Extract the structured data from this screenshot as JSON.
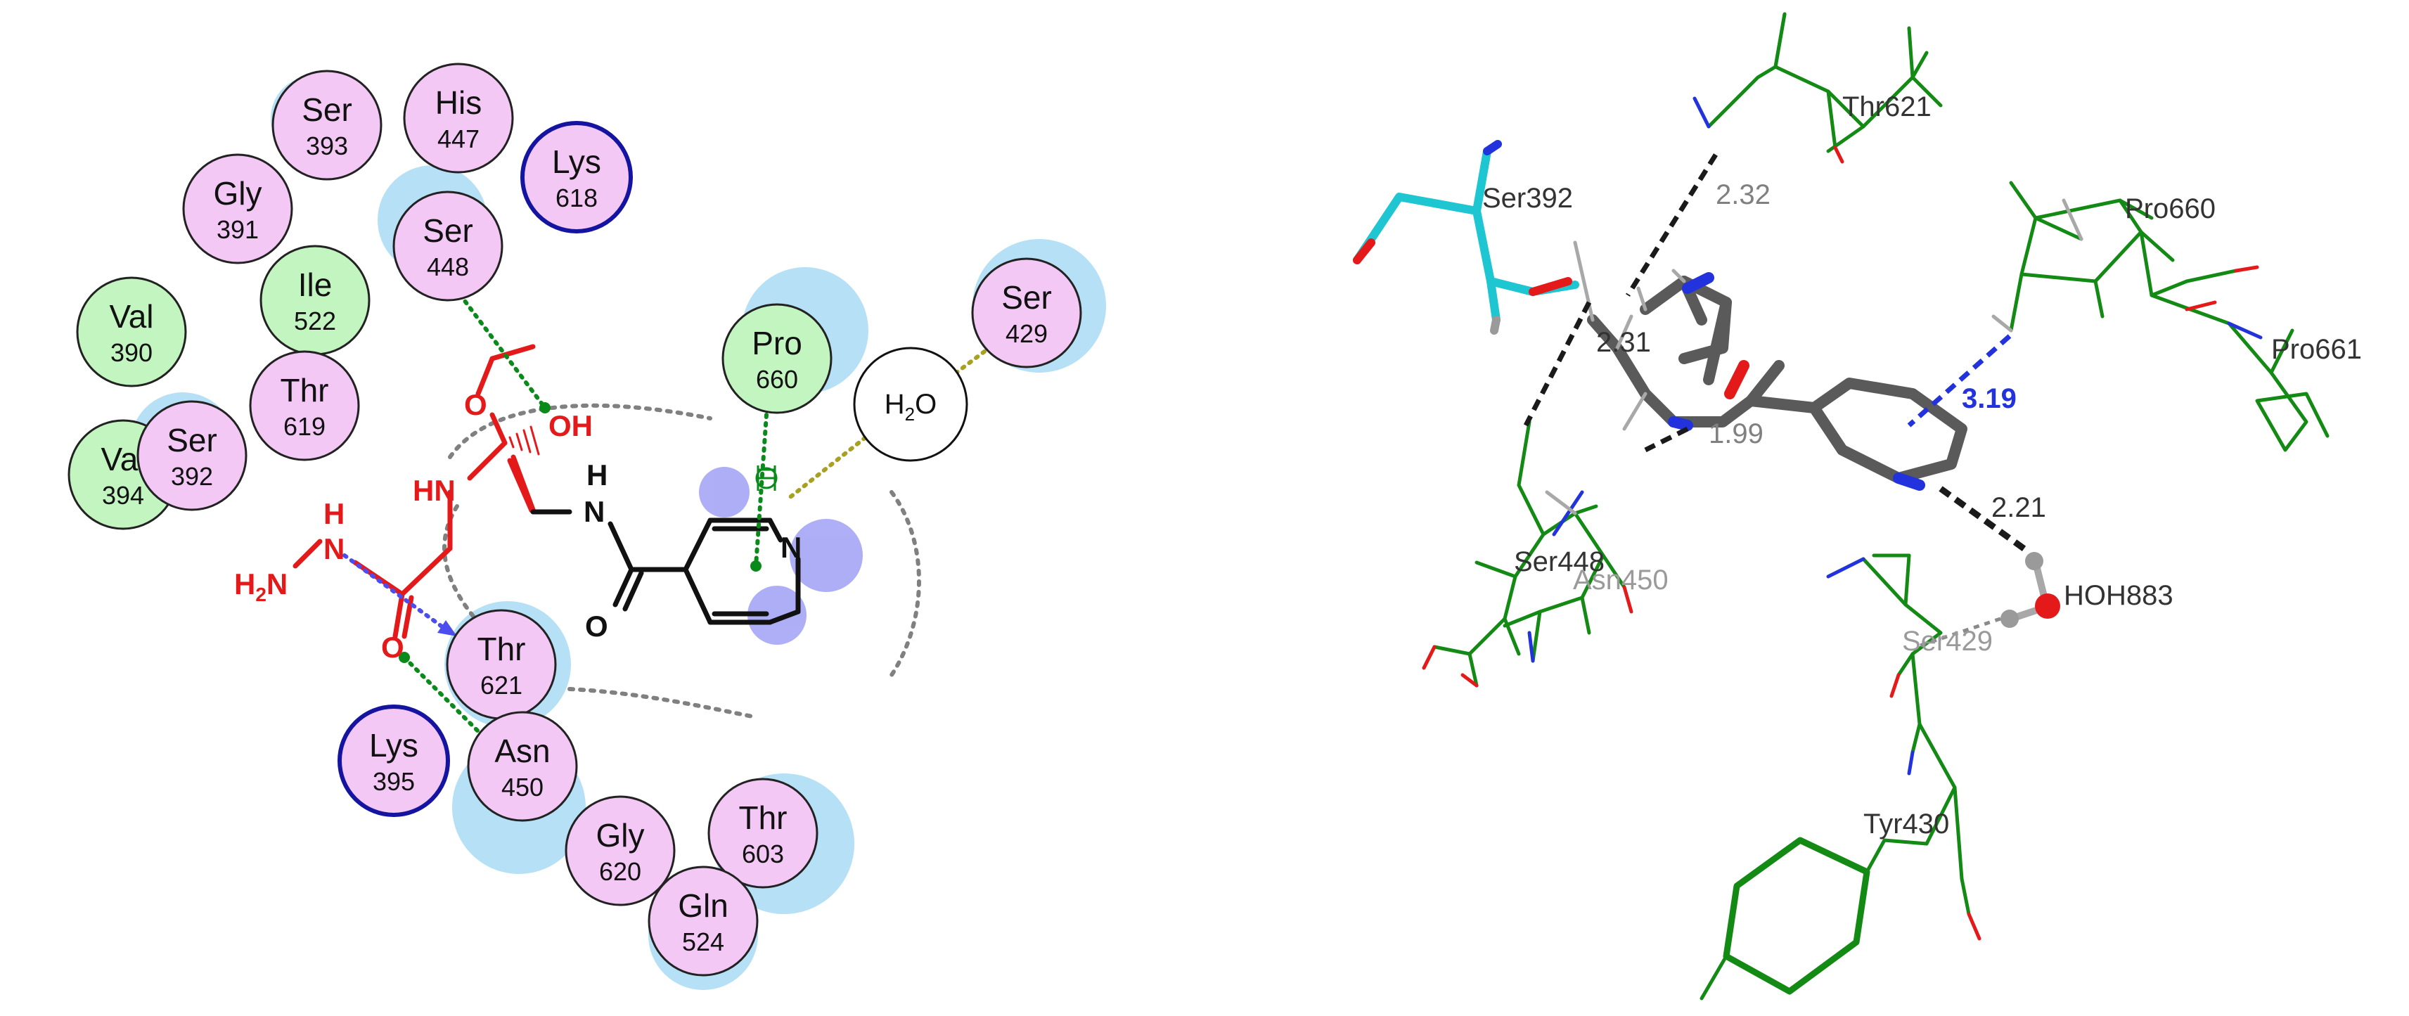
{
  "left_panel": {
    "residues": [
      {
        "name": "Ser",
        "num": "393",
        "type": "polar"
      },
      {
        "name": "His",
        "num": "447",
        "type": "polar"
      },
      {
        "name": "Lys",
        "num": "618",
        "type": "positive"
      },
      {
        "name": "Gly",
        "num": "391",
        "type": "polar"
      },
      {
        "name": "Ser",
        "num": "448",
        "type": "polar"
      },
      {
        "name": "Val",
        "num": "390",
        "type": "hydrophobic"
      },
      {
        "name": "Ile",
        "num": "522",
        "type": "hydrophobic"
      },
      {
        "name": "Thr",
        "num": "619",
        "type": "polar"
      },
      {
        "name": "Val",
        "num": "394",
        "type": "hydrophobic"
      },
      {
        "name": "Ser",
        "num": "392",
        "type": "polar"
      },
      {
        "name": "Pro",
        "num": "660",
        "type": "hydrophobic"
      },
      {
        "name": "Ser",
        "num": "429",
        "type": "polar"
      },
      {
        "name": "Thr",
        "num": "621",
        "type": "polar"
      },
      {
        "name": "Lys",
        "num": "395",
        "type": "positive"
      },
      {
        "name": "Asn",
        "num": "450",
        "type": "polar"
      },
      {
        "name": "Gly",
        "num": "620",
        "type": "polar"
      },
      {
        "name": "Thr",
        "num": "603",
        "type": "polar"
      },
      {
        "name": "Gln",
        "num": "524",
        "type": "polar"
      }
    ],
    "water": {
      "label": "H",
      "sub": "2",
      "label2": "O"
    },
    "ligand_atoms": {
      "oh": "OH",
      "o_ring": "O",
      "hn": "HN",
      "h_top": "H",
      "n_amide": "N",
      "n_ring": "N",
      "o_carbonyl": "O",
      "h_hydrazide": "H",
      "n_hydrazide": "N",
      "h2n": "H",
      "h2n_sub": "2",
      "h2n_n": "N",
      "o_hydrazide": "O"
    }
  },
  "right_panel": {
    "residue_labels": [
      "Thr621",
      "Ser392",
      "Pro660",
      "Pro661",
      "Ser448",
      "Asn450",
      "HOH883",
      "Ser429",
      "Tyr430"
    ],
    "distances": [
      "2.32",
      "2.31",
      "1.99",
      "3.19",
      "2.21"
    ]
  },
  "colors": {
    "polar_fill": "#f3c8f5",
    "hydrophobic_fill": "#c3f5c1",
    "positive_ring": "#1414a0",
    "exposure_halo": "#b5e0f6",
    "ligand_red": "#e41a1a",
    "hbond_green": "#0a8a1a",
    "protein_green": "#138a13",
    "ligand_grey": "#5a5a5a",
    "serine_cyan": "#1ec6d2",
    "hbond_blue": "#2233dd"
  }
}
